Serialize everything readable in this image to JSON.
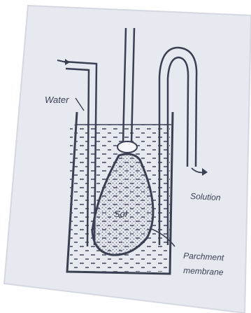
{
  "labels": {
    "water": "Water",
    "sol": "Sol",
    "solution": "Solution",
    "membrane_line1": "Parchment",
    "membrane_line2": "membrane"
  },
  "colors": {
    "paper": "#e7e9f0",
    "paper_edge": "#d5d8e2",
    "ink": "#3a3f52",
    "background": "#ffffff"
  }
}
